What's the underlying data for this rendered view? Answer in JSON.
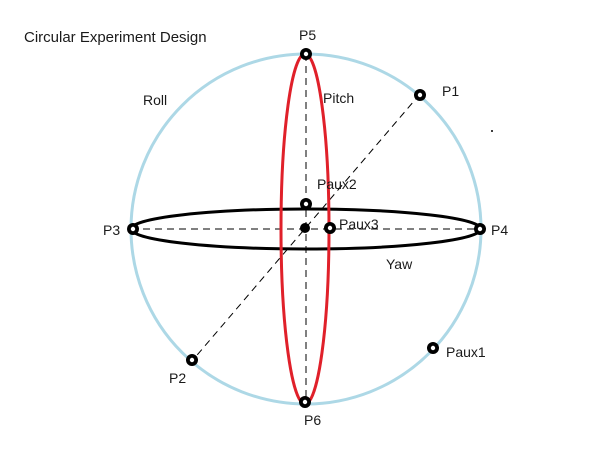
{
  "title": "Circular Experiment Design",
  "colors": {
    "sphere": "#add8e6",
    "pitch_ellipse": "#e0202a",
    "yaw_ellipse": "#000000",
    "axes": "#000000"
  },
  "axis_labels": {
    "roll": "Roll",
    "pitch": "Pitch",
    "yaw": "Yaw"
  },
  "points": {
    "p1": "P1",
    "p2": "P2",
    "p3": "P3",
    "p4": "P4",
    "p5": "P5",
    "p6": "P6",
    "paux1": "Paux1",
    "paux2": "Paux2",
    "paux3": "Paux3"
  }
}
